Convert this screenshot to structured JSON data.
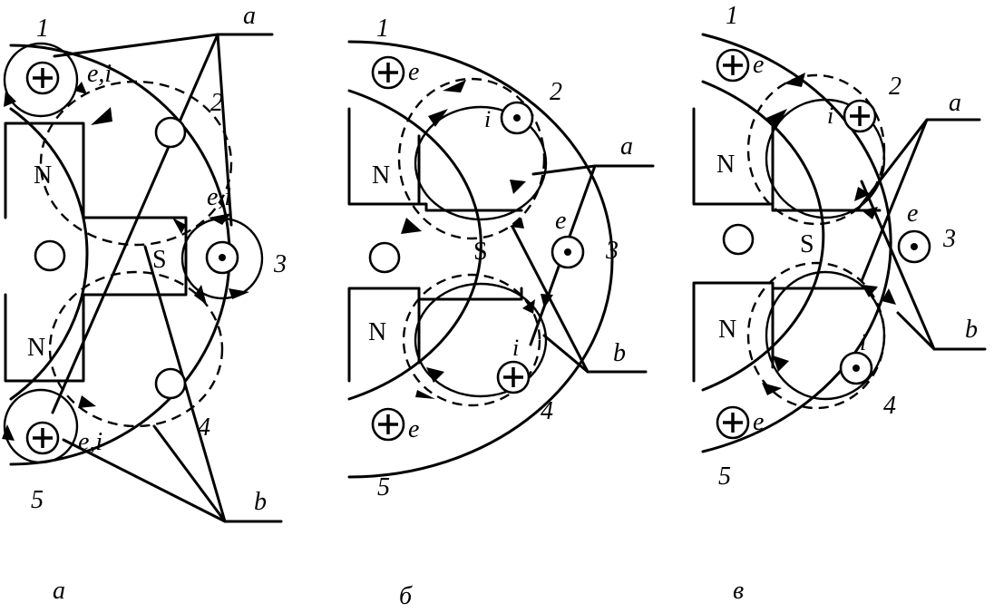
{
  "diagrams": [
    {
      "id": "a",
      "caption": "а",
      "slot_numbers": [
        "1",
        "2",
        "3",
        "4",
        "5"
      ],
      "pole_labels": [
        "N",
        "N",
        "S"
      ],
      "emf_labels": [
        "e,i",
        "e,i",
        "e,i"
      ],
      "wire_labels": [
        "a",
        "b"
      ]
    },
    {
      "id": "b",
      "caption": "б",
      "slot_numbers": [
        "1",
        "2",
        "3",
        "4",
        "5"
      ],
      "pole_labels": [
        "N",
        "N",
        "S"
      ],
      "emf_labels": [
        "e",
        "e",
        "e"
      ],
      "current_labels": [
        "i",
        "i"
      ],
      "wire_labels": [
        "a",
        "b"
      ]
    },
    {
      "id": "c",
      "caption": "в",
      "slot_numbers": [
        "1",
        "2",
        "3",
        "4",
        "5"
      ],
      "pole_labels": [
        "N",
        "N",
        "S"
      ],
      "emf_labels": [
        "e",
        "e",
        "e"
      ],
      "current_labels": [
        "i",
        "i"
      ],
      "wire_labels": [
        "a",
        "b"
      ]
    }
  ]
}
